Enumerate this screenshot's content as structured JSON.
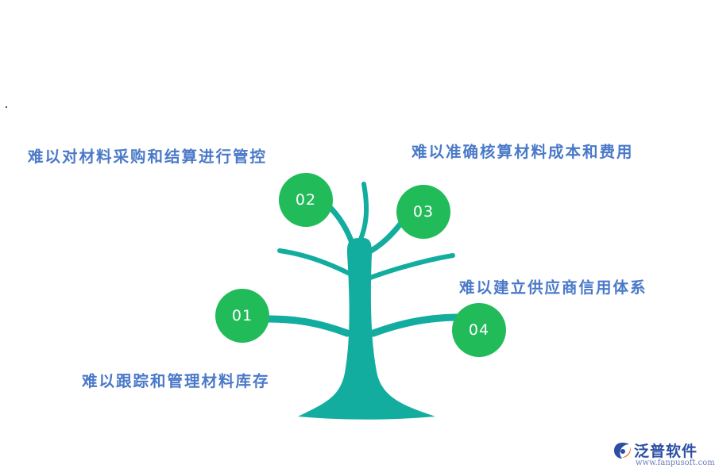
{
  "items": [
    {
      "number": "01",
      "text": "难以跟踪和管理材料库存"
    },
    {
      "number": "02",
      "text": "难以对材料采购和结算进行管控"
    },
    {
      "number": "03",
      "text": "难以准确核算材料成本和费用"
    },
    {
      "number": "04",
      "text": "难以建立供应商信用体系"
    }
  ],
  "brand": {
    "name": "泛普软件",
    "url": "www.fanpusoft.com",
    "logo_icon": "fanpu-logo-icon"
  },
  "colors": {
    "tree": "#13ada0",
    "circle": "#22bb5a",
    "label": "#4a79c8"
  }
}
